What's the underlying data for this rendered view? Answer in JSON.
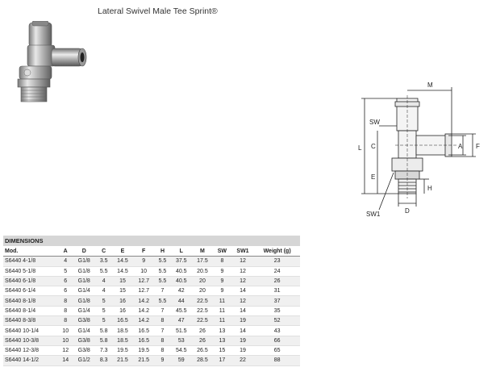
{
  "title": "Lateral Swivel Male Tee Sprint®",
  "drawing_labels": {
    "M": "M",
    "SW": "SW",
    "C": "C",
    "L": "L",
    "A": "A",
    "F": "F",
    "E": "E",
    "H": "H",
    "SW1": "SW1",
    "D": "D"
  },
  "dimensions": {
    "heading": "DIMENSIONS",
    "columns": [
      "Mod.",
      "A",
      "D",
      "C",
      "E",
      "F",
      "H",
      "L",
      "M",
      "SW",
      "SW1",
      "Weight (g)"
    ],
    "rows": [
      [
        "S6440 4-1/8",
        "4",
        "G1/8",
        "3.5",
        "14.5",
        "9",
        "5.5",
        "37.5",
        "17.5",
        "8",
        "12",
        "23"
      ],
      [
        "S6440 5-1/8",
        "5",
        "G1/8",
        "5.5",
        "14.5",
        "10",
        "5.5",
        "40.5",
        "20.5",
        "9",
        "12",
        "24"
      ],
      [
        "S6440 6-1/8",
        "6",
        "G1/8",
        "4",
        "15",
        "12.7",
        "5.5",
        "40.5",
        "20",
        "9",
        "12",
        "26"
      ],
      [
        "S6440 6-1/4",
        "6",
        "G1/4",
        "4",
        "15",
        "12.7",
        "7",
        "42",
        "20",
        "9",
        "14",
        "31"
      ],
      [
        "S6440 8-1/8",
        "8",
        "G1/8",
        "5",
        "16",
        "14.2",
        "5.5",
        "44",
        "22.5",
        "11",
        "12",
        "37"
      ],
      [
        "S6440 8-1/4",
        "8",
        "G1/4",
        "5",
        "16",
        "14.2",
        "7",
        "45.5",
        "22.5",
        "11",
        "14",
        "35"
      ],
      [
        "S6440 8-3/8",
        "8",
        "G3/8",
        "5",
        "16.5",
        "14.2",
        "8",
        "47",
        "22.5",
        "11",
        "19",
        "52"
      ],
      [
        "S6440 10-1/4",
        "10",
        "G1/4",
        "5.8",
        "18.5",
        "16.5",
        "7",
        "51.5",
        "26",
        "13",
        "14",
        "43"
      ],
      [
        "S6440 10-3/8",
        "10",
        "G3/8",
        "5.8",
        "18.5",
        "16.5",
        "8",
        "53",
        "26",
        "13",
        "19",
        "66"
      ],
      [
        "S6440 12-3/8",
        "12",
        "G3/8",
        "7.3",
        "19.5",
        "19.5",
        "8",
        "54.5",
        "26.5",
        "15",
        "19",
        "65"
      ],
      [
        "S6440 14-1/2",
        "14",
        "G1/2",
        "8.3",
        "21.5",
        "21.5",
        "9",
        "59",
        "28.5",
        "17",
        "22",
        "88"
      ]
    ]
  }
}
